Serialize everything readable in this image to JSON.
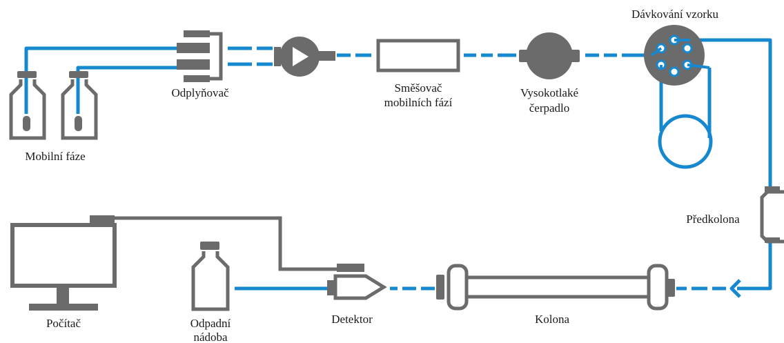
{
  "labels": {
    "mobile_phase": "Mobilní fáze",
    "degasser": "Odplyňovač",
    "mixer_line1": "Směšovač",
    "mixer_line2": "mobilních fází",
    "pump_line1": "Vysokotlaké",
    "pump_line2": "čerpadlo",
    "injector": "Dávkování vzorku",
    "precolumn": "Předkolona",
    "column": "Kolona",
    "detector": "Detektor",
    "waste_line1": "Odpadní",
    "waste_line2": "nádoba",
    "computer": "Počítač"
  },
  "colors": {
    "tubing": "#1688cf",
    "device": "#6b6b6b",
    "text": "#1a1a1a"
  }
}
